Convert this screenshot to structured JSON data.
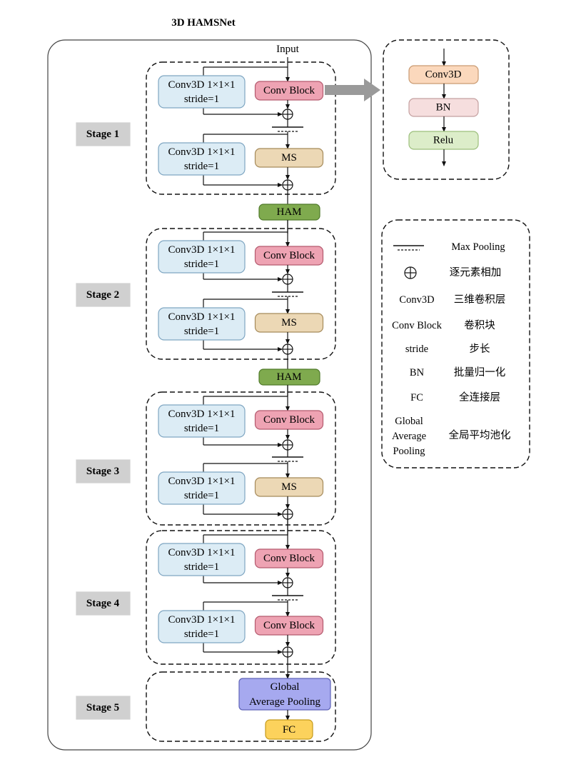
{
  "title": "3D HAMSNet",
  "input_label": "Input",
  "stages": [
    {
      "label": "Stage 1",
      "blocks": [
        {
          "skip": [
            "Conv3D 1×1×1",
            "stride=1"
          ],
          "main": "Conv Block",
          "main_kind": "conv"
        },
        {
          "skip": [
            "Conv3D 1×1×1",
            "stride=1"
          ],
          "main": "MS",
          "main_kind": "ms"
        }
      ]
    },
    {
      "label": "Stage 2",
      "blocks": [
        {
          "skip": [
            "Conv3D 1×1×1",
            "stride=1"
          ],
          "main": "Conv Block",
          "main_kind": "conv"
        },
        {
          "skip": [
            "Conv3D 1×1×1",
            "stride=1"
          ],
          "main": "MS",
          "main_kind": "ms"
        }
      ]
    },
    {
      "label": "Stage 3",
      "blocks": [
        {
          "skip": [
            "Conv3D 1×1×1",
            "stride=1"
          ],
          "main": "Conv Block",
          "main_kind": "conv"
        },
        {
          "skip": [
            "Conv3D 1×1×1",
            "stride=1"
          ],
          "main": "MS",
          "main_kind": "ms"
        }
      ]
    },
    {
      "label": "Stage 4",
      "blocks": [
        {
          "skip": [
            "Conv3D 1×1×1",
            "stride=1"
          ],
          "main": "Conv Block",
          "main_kind": "conv"
        },
        {
          "skip": [
            "Conv3D 1×1×1",
            "stride=1"
          ],
          "main": "Conv Block",
          "main_kind": "conv"
        }
      ]
    },
    {
      "label": "Stage 5",
      "gap": [
        "Global",
        "Average Pooling"
      ],
      "fc": "FC"
    }
  ],
  "ham_label": "HAM",
  "conv_block_detail": [
    "Conv3D",
    "BN",
    "Relu"
  ],
  "legend": [
    {
      "symbol": "max-pooling",
      "term": "",
      "meaning": "Max Pooling"
    },
    {
      "symbol": "add",
      "term": "",
      "meaning": "逐元素相加"
    },
    {
      "symbol": "text",
      "term": "Conv3D",
      "meaning": "三维卷积层"
    },
    {
      "symbol": "text",
      "term": "Conv Block",
      "meaning": "卷积块"
    },
    {
      "symbol": "text",
      "term": "stride",
      "meaning": "步长"
    },
    {
      "symbol": "text",
      "term": "BN",
      "meaning": "批量归一化"
    },
    {
      "symbol": "text",
      "term": "FC",
      "meaning": "全连接层"
    },
    {
      "symbol": "text",
      "term": "Global Average Pooling",
      "term_lines": [
        "Global",
        "Average",
        "Pooling"
      ],
      "meaning": "全局平均池化"
    }
  ],
  "colors": {
    "skip_fill": "#dcecf5",
    "skip_stroke": "#7fa6c2",
    "conv_fill": "#eea3b3",
    "conv_stroke": "#b45a6e",
    "ms_fill": "#ecd8b5",
    "ms_stroke": "#a58a5a",
    "ham_fill": "#7faa4e",
    "ham_stroke": "#4f7a2a",
    "gap_fill": "#a6a9ef",
    "gap_stroke": "#5f63b8",
    "fc_fill": "#fcd25c",
    "fc_stroke": "#c49a1c",
    "stage_fill": "#d0d0d0",
    "arrow_gray": "#9a9a9a",
    "conv3d_fill": "#fbd8bc",
    "bn_fill": "#f6dede",
    "relu_fill": "#dcedc9"
  }
}
